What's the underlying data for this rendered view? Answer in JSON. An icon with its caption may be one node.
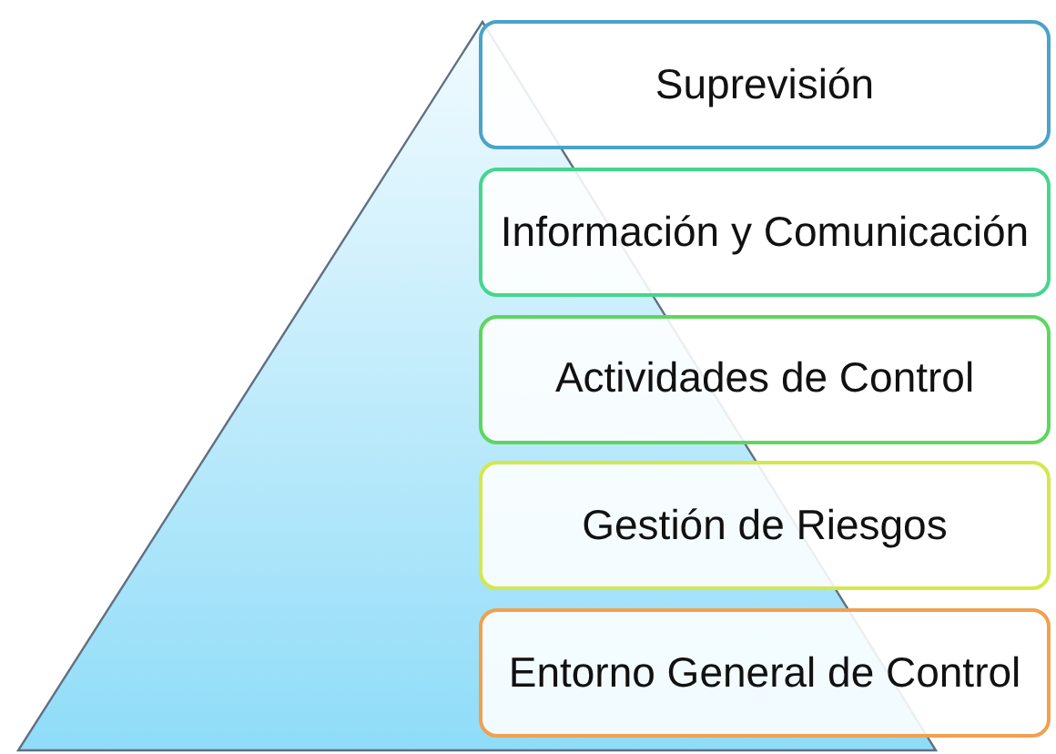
{
  "diagram": {
    "nodes": [
      {
        "text": [
          "Suprevisión"
        ]
      },
      {
        "text": [
          "Información y Comunicación"
        ]
      },
      {
        "text": [
          "Actividades de Control"
        ]
      },
      {
        "text": [
          "Gestión de Riesgos"
        ]
      },
      {
        "text": [
          "Entorno General de Control"
        ]
      }
    ]
  }
}
